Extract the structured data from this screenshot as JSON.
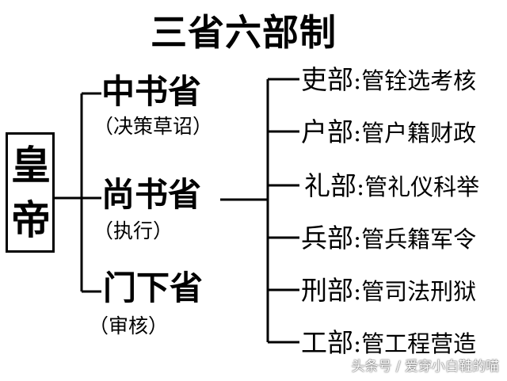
{
  "title": "三省六部制",
  "emperor": {
    "char1": "皇",
    "char2": "帝"
  },
  "departments": [
    {
      "name": "中书省",
      "role": "（决策草诏）"
    },
    {
      "name": "尚书省",
      "role": "（执行）"
    },
    {
      "name": "门下省",
      "role": "（审核）"
    }
  ],
  "ministries": [
    {
      "name": "吏部",
      "colon": ":",
      "duty": "管铨选考核"
    },
    {
      "name": "户部",
      "colon": ":",
      "duty": "管户籍财政"
    },
    {
      "name": "礼部",
      "colon": ":",
      "duty": "管礼仪科举"
    },
    {
      "name": "兵部",
      "colon": ":",
      "duty": "管兵籍军令"
    },
    {
      "name": "刑部",
      "colon": ":",
      "duty": "管司法刑狱"
    },
    {
      "name": "工部",
      "colon": ":",
      "duty": "管工程营造"
    }
  ],
  "watermark": "头条号 / 爱穿小白鞋的喵"
}
